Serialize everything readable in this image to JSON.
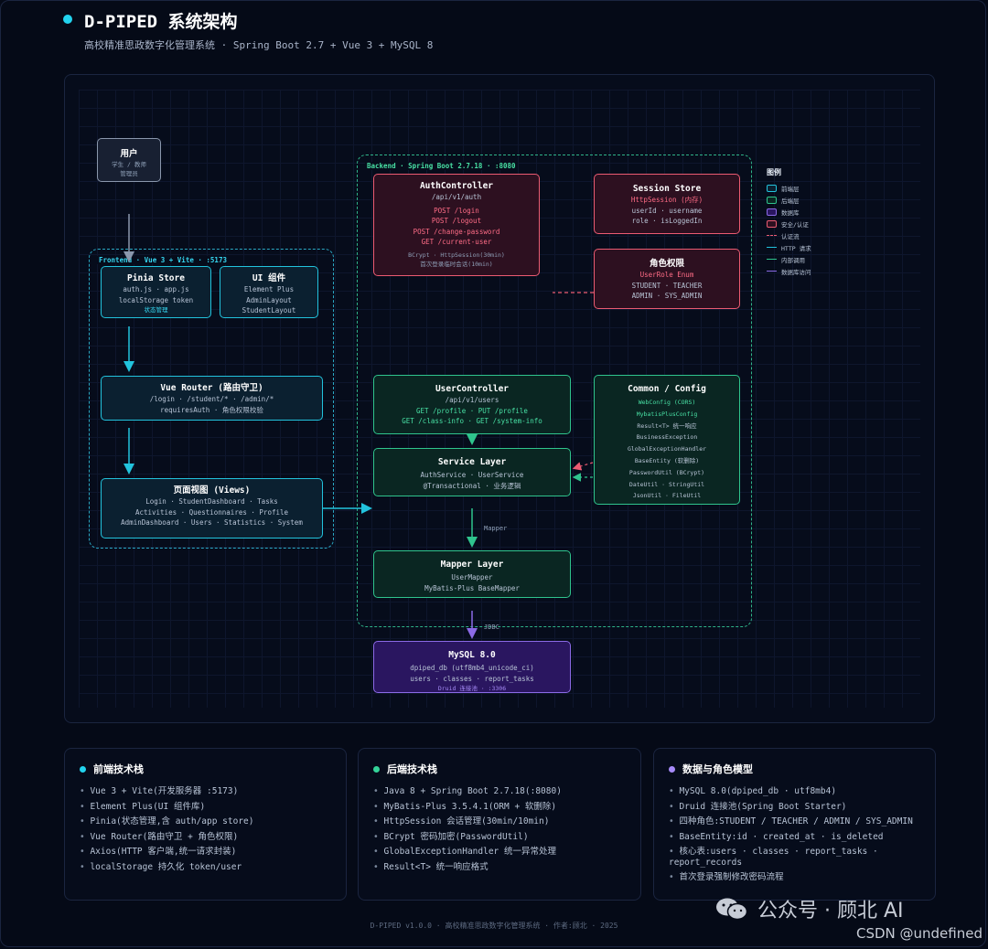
{
  "header": {
    "title": "D-PIPED 系统架构",
    "subtitle": "高校精准思政数字化管理系统 · Spring Boot 2.7 + Vue 3 + MySQL 8"
  },
  "diagram": {
    "user": {
      "title": "用户",
      "lines": [
        "学生 / 教师",
        "管理员"
      ]
    },
    "frontend_group_label": "Frontend · Vue 3 + Vite · :5173",
    "backend_group_label": "Backend · Spring Boot 2.7.18 · :8080",
    "pinia": {
      "title": "Pinia Store",
      "lines": [
        "auth.js · app.js",
        "localStorage token"
      ],
      "note": "状态管理"
    },
    "ui": {
      "title": "UI 组件",
      "lines": [
        "Element Plus",
        "AdminLayout",
        "StudentLayout"
      ]
    },
    "router": {
      "title": "Vue Router (路由守卫)",
      "lines": [
        "/login · /student/* · /admin/*",
        "requiresAuth · 角色权限校验"
      ]
    },
    "views": {
      "title": "页面视图 (Views)",
      "lines": [
        "Login · StudentDashboard · Tasks",
        "Activities · Questionnaires · Profile",
        "AdminDashboard · Users · Statistics · System"
      ]
    },
    "auth": {
      "title": "AuthController",
      "path": "/api/v1/auth",
      "endpoints": [
        "POST /login",
        "POST /logout",
        "POST /change-password",
        "GET /current-user"
      ],
      "note1": "BCrypt · HttpSession(30min)",
      "note2": "首次登录临时会话(10min)"
    },
    "session": {
      "title": "Session Store",
      "highlight": "HttpSession (内存)",
      "lines": [
        "userId · username",
        "role · isLoggedIn"
      ]
    },
    "roles": {
      "title": "角色权限",
      "highlight": "UserRole Enum",
      "lines": [
        "STUDENT · TEACHER",
        "ADMIN · SYS_ADMIN"
      ]
    },
    "usercontroller": {
      "title": "UserController",
      "path": "/api/v1/users",
      "endpoints": [
        "GET /profile · PUT /profile",
        "GET /class-info · GET /system-info"
      ]
    },
    "common": {
      "title": "Common / Config",
      "highlights": [
        "WebConfig (CORS)",
        "MybatisPlusConfig"
      ],
      "lines": [
        "Result<T> 统一响应",
        "BusinessException",
        "GlobalExceptionHandler",
        "BaseEntity (软删除)",
        "PasswordUtil (BCrypt)",
        "DateUtil · StringUtil",
        "JsonUtil · FileUtil"
      ]
    },
    "service": {
      "title": "Service Layer",
      "lines": [
        "AuthService · UserService",
        "@Transactional · 业务逻辑"
      ]
    },
    "mapper": {
      "title": "Mapper Layer",
      "lines": [
        "UserMapper",
        "MyBatis-Plus BaseMapper"
      ]
    },
    "mysql": {
      "title": "MySQL 8.0",
      "lines": [
        "dpiped_db (utf8mb4_unicode_ci)",
        "users · classes · report_tasks"
      ],
      "note": "Druid 连接池 · :3306"
    },
    "edge_labels": {
      "mapper": "Mapper",
      "jdbc": "JDBC"
    }
  },
  "legend": {
    "title": "图例",
    "items": [
      {
        "label": "前端层",
        "kind": "box",
        "color": "#22c3dd"
      },
      {
        "label": "后端层",
        "kind": "box",
        "color": "#2fc48d"
      },
      {
        "label": "数据库",
        "kind": "box",
        "color": "#8b6ae6"
      },
      {
        "label": "安全/认证",
        "kind": "box",
        "color": "#ec5b72"
      },
      {
        "label": "认证流",
        "kind": "dashed-line",
        "color": "#ec5b72"
      },
      {
        "label": "HTTP 请求",
        "kind": "line",
        "color": "#22c3dd"
      },
      {
        "label": "内部调用",
        "kind": "line",
        "color": "#2fc48d"
      },
      {
        "label": "数据库访问",
        "kind": "line",
        "color": "#8b6ae6"
      }
    ]
  },
  "cards": [
    {
      "title": "前端技术栈",
      "dot_color": "#22d3ee",
      "items": [
        "Vue 3 + Vite(开发服务器 :5173)",
        "Element Plus(UI 组件库)",
        "Pinia(状态管理,含 auth/app store)",
        "Vue Router(路由守卫 + 角色权限)",
        "Axios(HTTP 客户端,统一请求封装)",
        "localStorage 持久化 token/user"
      ]
    },
    {
      "title": "后端技术栈",
      "dot_color": "#34d399",
      "items": [
        "Java 8 + Spring Boot 2.7.18(:8080)",
        "MyBatis-Plus 3.5.4.1(ORM + 软删除)",
        "HttpSession 会话管理(30min/10min)",
        "BCrypt 密码加密(PasswordUtil)",
        "GlobalExceptionHandler 统一异常处理",
        "Result<T> 统一响应格式"
      ]
    },
    {
      "title": "数据与角色模型",
      "dot_color": "#a78bfa",
      "items": [
        "MySQL 8.0(dpiped_db · utf8mb4)",
        "Druid 连接池(Spring Boot Starter)",
        "四种角色:STUDENT / TEACHER / ADMIN / SYS_ADMIN",
        "BaseEntity:id · created_at · is_deleted",
        "核心表:users · classes · report_tasks · report_records",
        "首次登录强制修改密码流程"
      ]
    }
  ],
  "footer": "D-PIPED v1.0.0 · 高校精准思政数字化管理系统 · 作者:顾北 · 2025",
  "watermark": "公众号 · 顾北 AI",
  "csdn": "CSDN @undefined"
}
